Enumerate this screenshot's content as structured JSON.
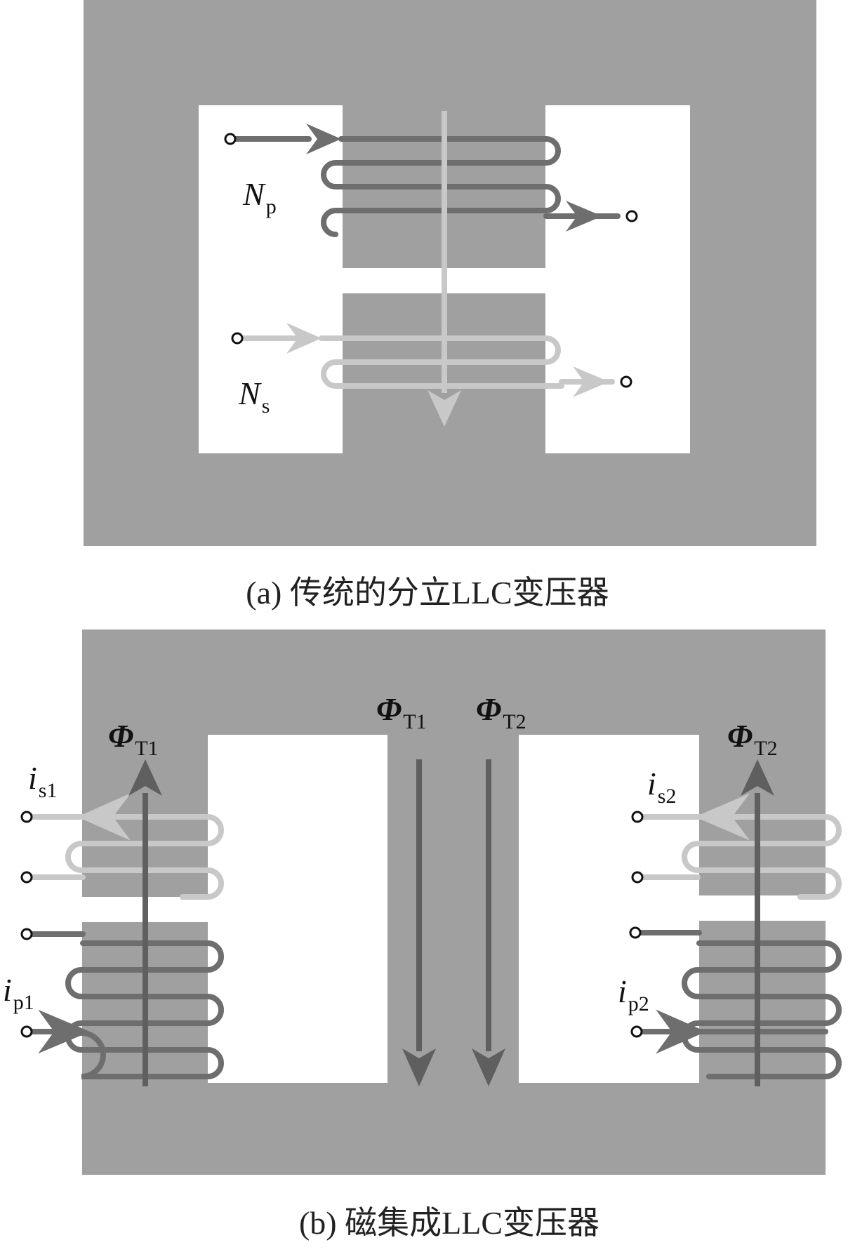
{
  "colors": {
    "core": "#a0a0a0",
    "window": "#ffffff",
    "primary_winding": "#6e6e6e",
    "secondary_winding": "#c8c8c8",
    "flux_dark": "#5f5f5f",
    "flux_light": "#c8c8c8",
    "text": "#111111"
  },
  "diagram_a": {
    "caption": "(a)  传统的分立LLC变压器",
    "primary_label": "N",
    "primary_sub": "p",
    "secondary_label": "N",
    "secondary_sub": "s"
  },
  "diagram_b": {
    "caption": "(b)  磁集成LLC变压器",
    "flux_left_label": "Φ",
    "flux_left_sub": "T1",
    "flux_center1_label": "Φ",
    "flux_center1_sub": "T1",
    "flux_center2_label": "Φ",
    "flux_center2_sub": "T2",
    "flux_right_label": "Φ",
    "flux_right_sub": "T2",
    "is1_label": "i",
    "is1_sub": "s1",
    "ip1_label": "i",
    "ip1_sub": "p1",
    "is2_label": "i",
    "is2_sub": "s2",
    "ip2_label": "i",
    "ip2_sub": "p2"
  }
}
